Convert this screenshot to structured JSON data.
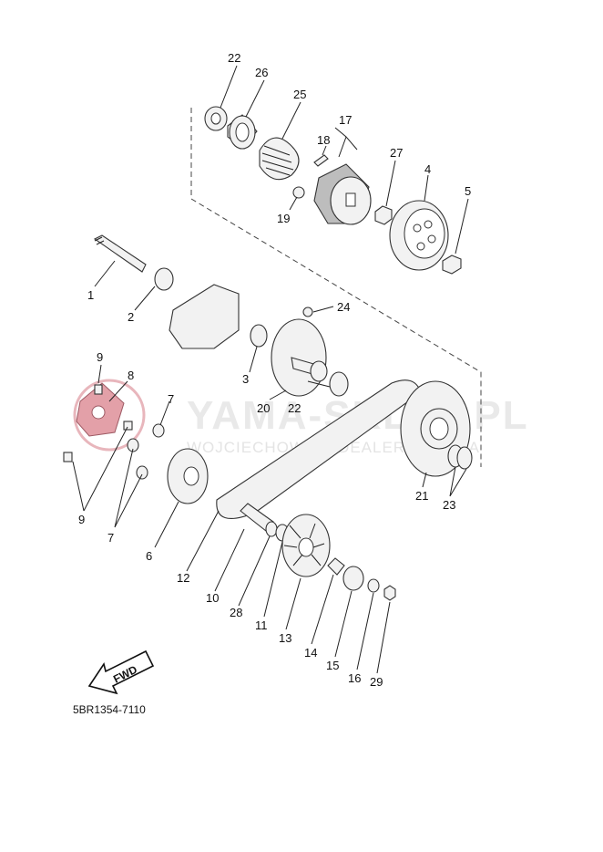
{
  "diagram": {
    "part_code": "5BR1354-7110",
    "direction_label": "FWD",
    "watermark": {
      "brand": "YAMA-SKLEP.PL",
      "line": "WOJCIECHOWICZ DEALER YAMAHA"
    },
    "labels": {
      "p1": "1",
      "p2": "2",
      "p3": "3",
      "p4": "4",
      "p5": "5",
      "p6": "6",
      "p7a": "7",
      "p7b": "7",
      "p8": "8",
      "p9a": "9",
      "p9b": "9",
      "p10": "10",
      "p11": "11",
      "p12": "12",
      "p13": "13",
      "p14": "14",
      "p15": "15",
      "p16": "16",
      "p17": "17",
      "p18": "18",
      "p19": "19",
      "p20": "20",
      "p21": "21",
      "p22a": "22",
      "p22b": "22",
      "p23": "23",
      "p24": "24",
      "p25": "25",
      "p26": "26",
      "p27": "27",
      "p28": "28",
      "p29": "29"
    },
    "colors": {
      "line": "#333333",
      "watermark_logo": "#e3a0a8",
      "watermark_text": "#e6e6e6"
    }
  }
}
